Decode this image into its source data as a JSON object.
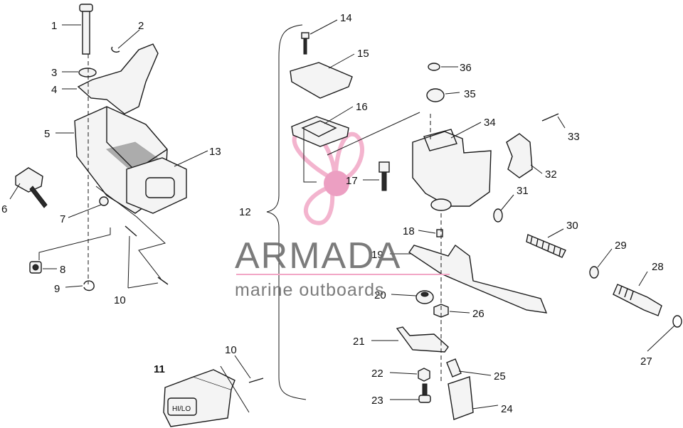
{
  "callouts": [
    "1",
    "2",
    "3",
    "4",
    "5",
    "6",
    "7",
    "8",
    "9",
    "10",
    "11",
    "12",
    "13",
    "14",
    "15",
    "16",
    "17",
    "18",
    "19",
    "20",
    "21",
    "22",
    "23",
    "24",
    "25",
    "26",
    "27",
    "28",
    "29",
    "30",
    "31",
    "32",
    "33",
    "34",
    "35",
    "36",
    "10"
  ],
  "switch_label": "HI/LO",
  "watermark": {
    "brand": "ARMADA",
    "tagline": "marine outboards",
    "colors": {
      "gray": "#6d6d6d",
      "pink": "#f2a7c6",
      "pink_dark": "#e07aa8"
    }
  }
}
